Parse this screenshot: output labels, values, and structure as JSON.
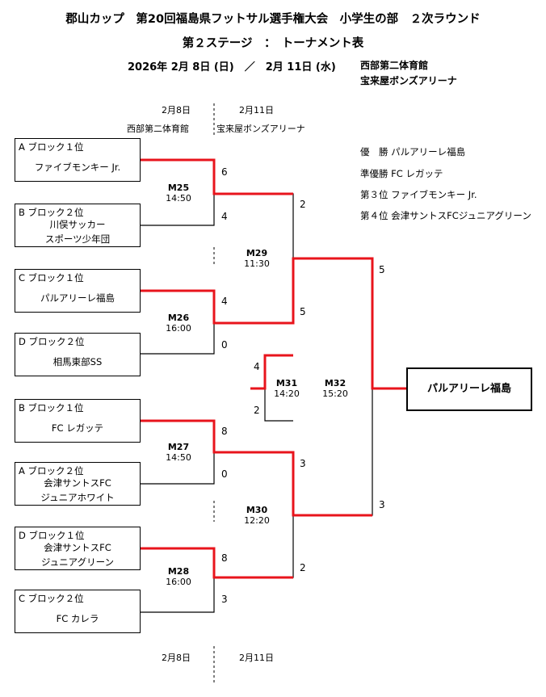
{
  "title": {
    "line1": "郡山カップ　第20回福島県フットサル選手権大会　小学生の部　２次ラウンド",
    "line2": "第２ステージ　：　トーナメント表",
    "dates": "2026年 2月 8日 (日)　／　2月 11日 (水)",
    "venue1": "西部第二体育館",
    "venue2": "宝来屋ボンズアリーナ"
  },
  "header": {
    "date_left": "2月8日",
    "date_right": "2月11日",
    "venue_left": "西部第二体育館",
    "venue_right": "宝来屋ボンズアリーナ"
  },
  "footer": {
    "date_left": "2月8日",
    "date_right": "2月11日"
  },
  "teams": [
    {
      "label": "A ブロック１位",
      "name": "ファイブモンキー Jr."
    },
    {
      "label": "B ブロック２位",
      "name1": "川俣サッカー",
      "name2": "スポーツ少年団"
    },
    {
      "label": "C ブロック１位",
      "name": "パルアリーレ福島"
    },
    {
      "label": "D ブロック２位",
      "name": "相馬東部SS"
    },
    {
      "label": "B ブロック１位",
      "name": "FC レガッテ"
    },
    {
      "label": "A ブロック２位",
      "name1": "会津サントスFC",
      "name2": "ジュニアホワイト"
    },
    {
      "label": "D ブロック１位",
      "name1": "会津サントスFC",
      "name2": "ジュニアグリーン"
    },
    {
      "label": "C ブロック２位",
      "name": "FC カレラ"
    }
  ],
  "matches": {
    "m25": {
      "id": "M25",
      "time": "14:50",
      "score_top": "6",
      "score_bottom": "4"
    },
    "m26": {
      "id": "M26",
      "time": "16:00",
      "score_top": "4",
      "score_bottom": "0"
    },
    "m27": {
      "id": "M27",
      "time": "14:50",
      "score_top": "8",
      "score_bottom": "0"
    },
    "m28": {
      "id": "M28",
      "time": "16:00",
      "score_top": "8",
      "score_bottom": "3"
    },
    "m29": {
      "id": "M29",
      "time": "11:30",
      "score_top": "2",
      "score_bottom": "5"
    },
    "m30": {
      "id": "M30",
      "time": "12:20",
      "score_top": "3",
      "score_bottom": "2"
    },
    "m31": {
      "id": "M31",
      "time": "14:20",
      "score_top": "4",
      "score_bottom": "2"
    },
    "m32": {
      "id": "M32",
      "time": "15:20",
      "score_top": "5",
      "score_bottom": "3"
    }
  },
  "champion": "パルアリーレ福島",
  "results": {
    "first": "優　勝 パルアリーレ福島",
    "second": "準優勝 FC レガッテ",
    "third": "第３位 ファイブモンキー Jr.",
    "fourth": "第４位 会津サントスFCジュニアグリーン"
  },
  "colors": {
    "winner_line": "#e8141c",
    "line": "#000000"
  }
}
